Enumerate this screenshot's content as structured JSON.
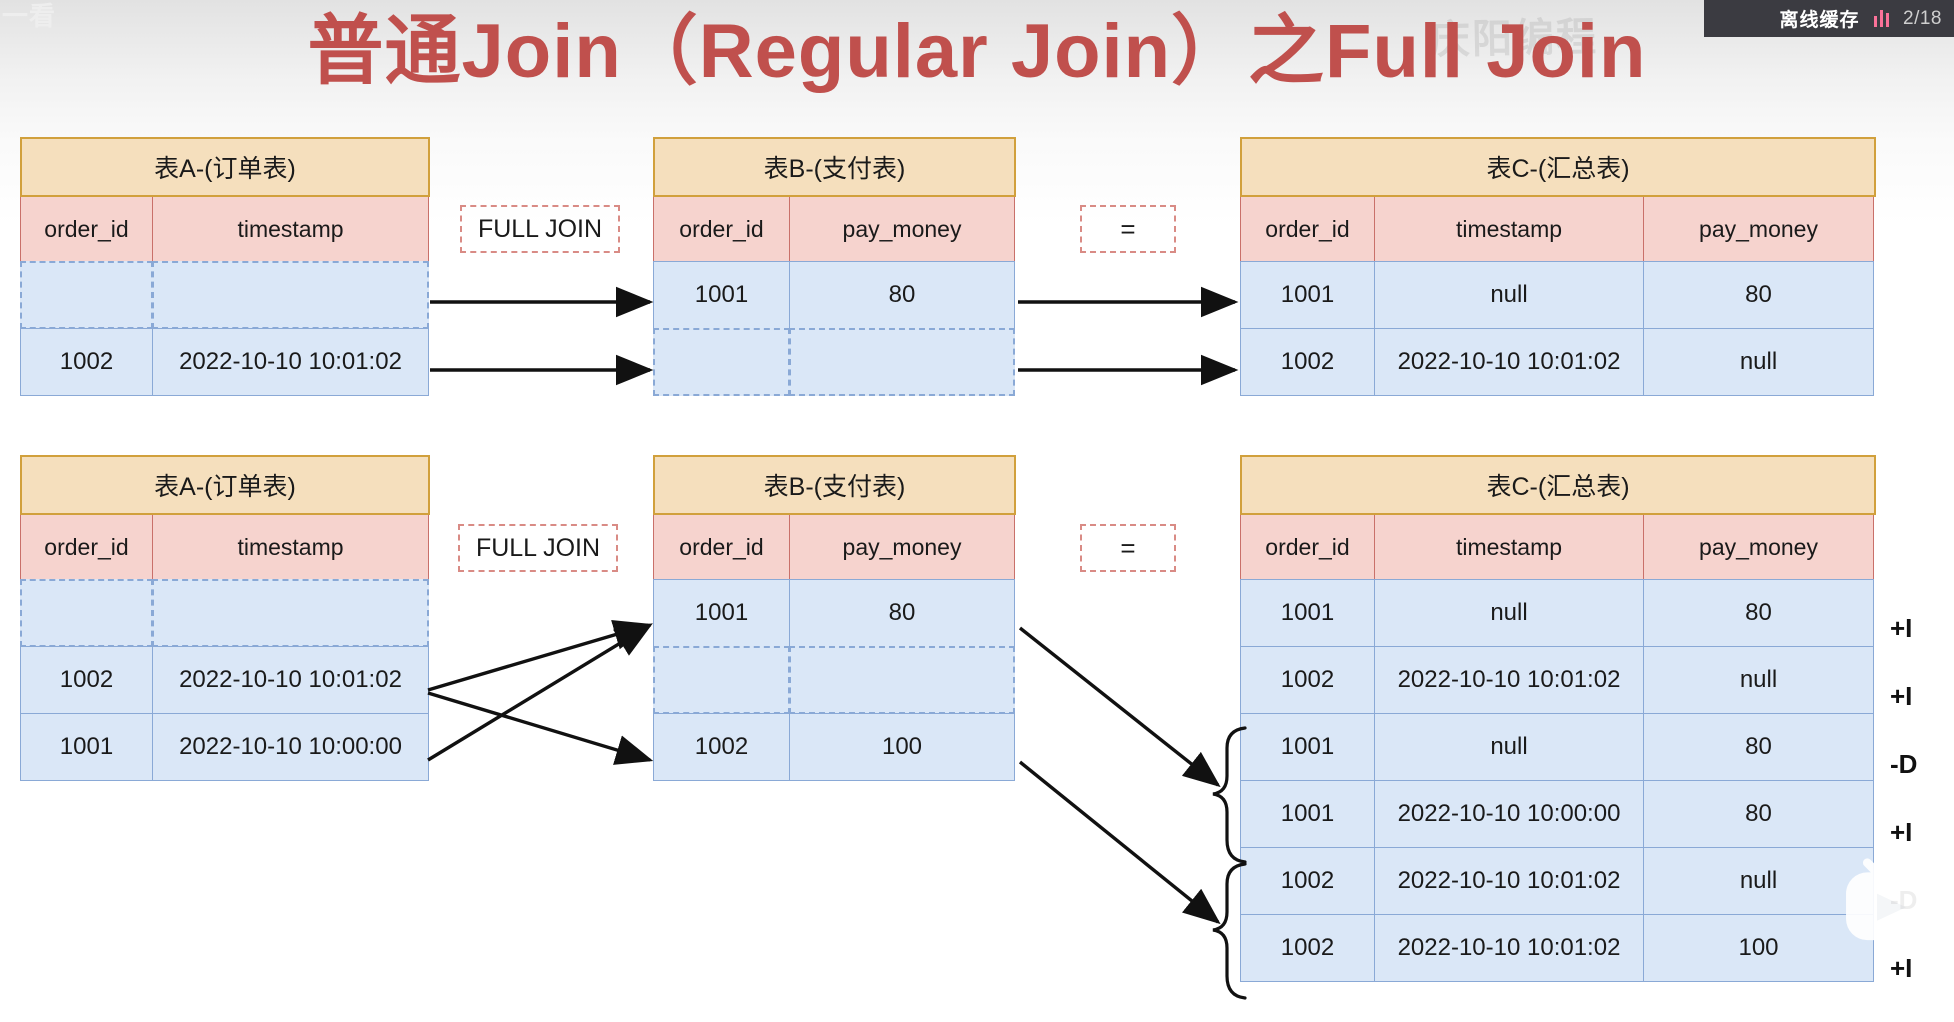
{
  "slide": {
    "title": "普通Join（Regular Join）之Full Join",
    "corner_watermark": "一看",
    "center_watermark": "庆阳编程",
    "title_color": "#c0504d"
  },
  "status_badge": {
    "label": "离线缓存",
    "icon": "signal-bars-icon",
    "count": "2/18",
    "accent_color": "#fb7299",
    "background": "#3b3b41"
  },
  "operators": {
    "full_join": "FULL JOIN",
    "equals": "="
  },
  "stage_one": {
    "table_a": {
      "title": "表A-(订单表)",
      "columns": [
        "order_id",
        "timestamp"
      ],
      "rows": [
        {
          "cells": [
            "",
            ""
          ],
          "empty": true
        },
        {
          "cells": [
            "1002",
            "2022-10-10 10:01:02"
          ],
          "empty": false
        }
      ]
    },
    "table_b": {
      "title": "表B-(支付表)",
      "columns": [
        "order_id",
        "pay_money"
      ],
      "rows": [
        {
          "cells": [
            "1001",
            "80"
          ],
          "empty": false
        },
        {
          "cells": [
            "",
            ""
          ],
          "empty": true
        }
      ]
    },
    "table_c": {
      "title": "表C-(汇总表)",
      "columns": [
        "order_id",
        "timestamp",
        "pay_money"
      ],
      "rows": [
        {
          "cells": [
            "1001",
            "null",
            "80"
          ],
          "empty": false
        },
        {
          "cells": [
            "1002",
            "2022-10-10 10:01:02",
            "null"
          ],
          "empty": false
        }
      ]
    }
  },
  "stage_two": {
    "table_a": {
      "title": "表A-(订单表)",
      "columns": [
        "order_id",
        "timestamp"
      ],
      "rows": [
        {
          "cells": [
            "",
            ""
          ],
          "empty": true
        },
        {
          "cells": [
            "1002",
            "2022-10-10 10:01:02"
          ],
          "empty": false
        },
        {
          "cells": [
            "1001",
            "2022-10-10 10:00:00"
          ],
          "empty": false
        }
      ]
    },
    "table_b": {
      "title": "表B-(支付表)",
      "columns": [
        "order_id",
        "pay_money"
      ],
      "rows": [
        {
          "cells": [
            "1001",
            "80"
          ],
          "empty": false
        },
        {
          "cells": [
            "",
            ""
          ],
          "empty": true
        },
        {
          "cells": [
            "1002",
            "100"
          ],
          "empty": false
        }
      ]
    },
    "table_c": {
      "title": "表C-(汇总表)",
      "columns": [
        "order_id",
        "timestamp",
        "pay_money"
      ],
      "rows": [
        {
          "cells": [
            "1001",
            "null",
            "80"
          ],
          "flag": "+I",
          "empty": false
        },
        {
          "cells": [
            "1002",
            "2022-10-10 10:01:02",
            "null"
          ],
          "flag": "+I",
          "empty": false
        },
        {
          "cells": [
            "1001",
            "null",
            "80"
          ],
          "flag": "-D",
          "empty": false
        },
        {
          "cells": [
            "1001",
            "2022-10-10 10:00:00",
            "80"
          ],
          "flag": "+I",
          "empty": false
        },
        {
          "cells": [
            "1002",
            "2022-10-10 10:01:02",
            "null"
          ],
          "flag": "-D",
          "empty": false
        },
        {
          "cells": [
            "1002",
            "2022-10-10 10:01:02",
            "100"
          ],
          "flag": "+I",
          "empty": false
        }
      ]
    }
  },
  "colors": {
    "table_title_bg": "#f5dfbd",
    "table_title_border": "#d1a03c",
    "column_header_bg": "#f6d3ce",
    "column_header_border": "#c9706a",
    "data_cell_bg": "#dae7f7",
    "data_cell_border": "#8aa9d6",
    "op_box_border": "#d98b85"
  }
}
